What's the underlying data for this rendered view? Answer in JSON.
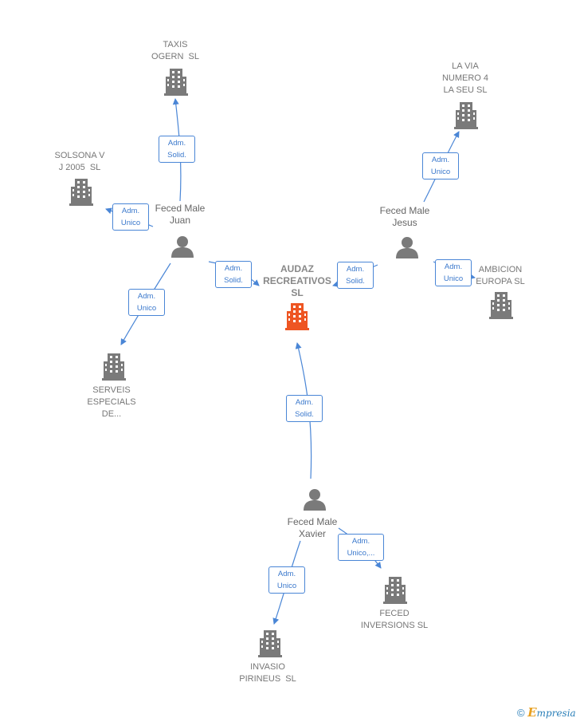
{
  "colors": {
    "edge": "#4a86d6",
    "company": "#7a7a7a",
    "main_company": "#ee5522",
    "person": "#7a7a7a"
  },
  "companies": [
    {
      "id": "audaz",
      "lines": [
        "AUDAZ",
        "RECREATIVOS",
        "SL"
      ],
      "icon": "building-icon",
      "main": true
    },
    {
      "id": "taxis",
      "lines": [
        "TAXIS",
        "OGERN  SL"
      ],
      "icon": "building-icon"
    },
    {
      "id": "solsona",
      "lines": [
        "SOLSONA V",
        "J 2005  SL"
      ],
      "icon": "building-icon"
    },
    {
      "id": "lavia",
      "lines": [
        "LA VIA",
        "NUMERO 4",
        "LA SEU SL"
      ],
      "icon": "building-icon"
    },
    {
      "id": "ambicion",
      "lines": [
        "AMBICION",
        "EUROPA SL"
      ],
      "icon": "building-icon"
    },
    {
      "id": "serveis",
      "lines": [
        "SERVEIS",
        "ESPECIALS",
        "DE..."
      ],
      "icon": "building-icon"
    },
    {
      "id": "feced_inv",
      "lines": [
        "FECED",
        "INVERSIONS SL"
      ],
      "icon": "building-icon"
    },
    {
      "id": "invasio",
      "lines": [
        "INVASIO",
        "PIRINEUS  SL"
      ],
      "icon": "building-icon"
    }
  ],
  "persons": [
    {
      "id": "juan",
      "lines": [
        "Feced Male",
        "Juan"
      ],
      "icon": "person-icon"
    },
    {
      "id": "jesus",
      "lines": [
        "Feced Male",
        "Jesus"
      ],
      "icon": "person-icon"
    },
    {
      "id": "xavier",
      "lines": [
        "Feced Male",
        "Xavier"
      ],
      "icon": "person-icon"
    }
  ],
  "relations": [
    {
      "id": "juan_taxis",
      "lines": [
        "Adm.",
        "Solid."
      ]
    },
    {
      "id": "juan_solsona",
      "lines": [
        "Adm.",
        "Unico"
      ]
    },
    {
      "id": "juan_audaz",
      "lines": [
        "Adm.",
        "Solid."
      ]
    },
    {
      "id": "juan_serveis",
      "lines": [
        "Adm.",
        "Unico"
      ]
    },
    {
      "id": "jesus_lavia",
      "lines": [
        "Adm.",
        "Unico"
      ]
    },
    {
      "id": "jesus_audaz",
      "lines": [
        "Adm.",
        "Solid."
      ]
    },
    {
      "id": "jesus_ambicion",
      "lines": [
        "Adm.",
        "Unico"
      ]
    },
    {
      "id": "xavier_audaz",
      "lines": [
        "Adm.",
        "Solid."
      ]
    },
    {
      "id": "xavier_invasio",
      "lines": [
        "Adm.",
        "Unico"
      ]
    },
    {
      "id": "xavier_feced_inv",
      "lines": [
        "Adm.",
        "Unico,..."
      ]
    }
  ],
  "footer": {
    "copyright": "©",
    "brand_initial": "E",
    "brand_rest": "mpresia"
  }
}
